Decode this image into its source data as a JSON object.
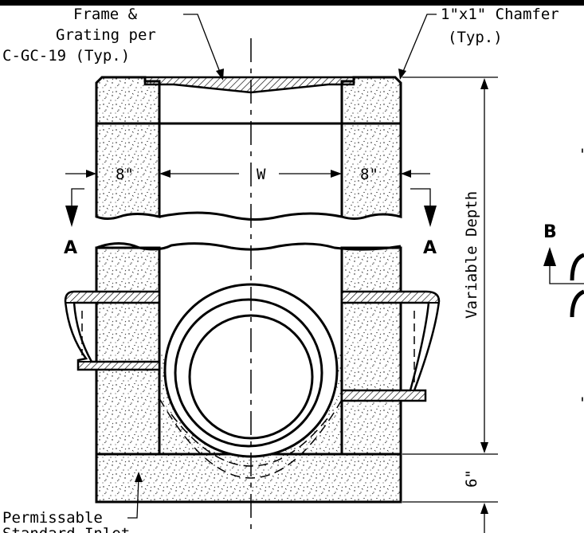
{
  "labels": {
    "frame_grating": [
      "Frame &",
      "Grating per",
      "C-GC-19 (Typ.)"
    ],
    "chamfer": [
      "1\"x1\" Chamfer",
      "(Typ.)"
    ],
    "dim_wall_left": "8\"",
    "dim_width": "W",
    "dim_wall_right": "8\"",
    "section_a_left": "A",
    "section_a_right": "A",
    "section_b": "B",
    "variable_depth": "Variable Depth",
    "dim_base": "6\"",
    "permissable": "Permissable",
    "cropped_bottom": "Standard Inlet"
  },
  "colors": {
    "line": "#000000",
    "background": "#ffffff"
  }
}
